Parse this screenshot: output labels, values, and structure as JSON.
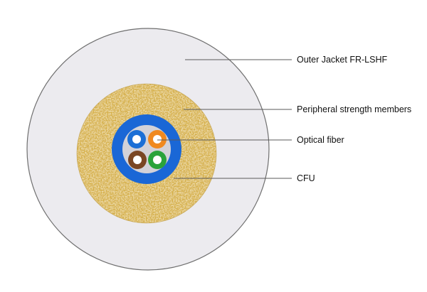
{
  "diagram": {
    "callouts": {
      "outer_jacket": "Outer Jacket FR-LSHF",
      "strength_members": "Peripheral strength members",
      "optical_fiber": "Optical fiber",
      "cfu": "CFU"
    },
    "colors": {
      "outer_jacket": "#ecebef",
      "outer_jacket_stroke": "#6f6f6f",
      "strength_members": "#d6b04a",
      "cfu_tube": "#1a67d6",
      "cfu_core": "#d3d2d8",
      "fiber_blue": "#1b6fd6",
      "fiber_orange": "#f0891f",
      "fiber_brown": "#7a4623",
      "fiber_green": "#2aa33a",
      "leader_line": "#5a5a5a"
    }
  }
}
